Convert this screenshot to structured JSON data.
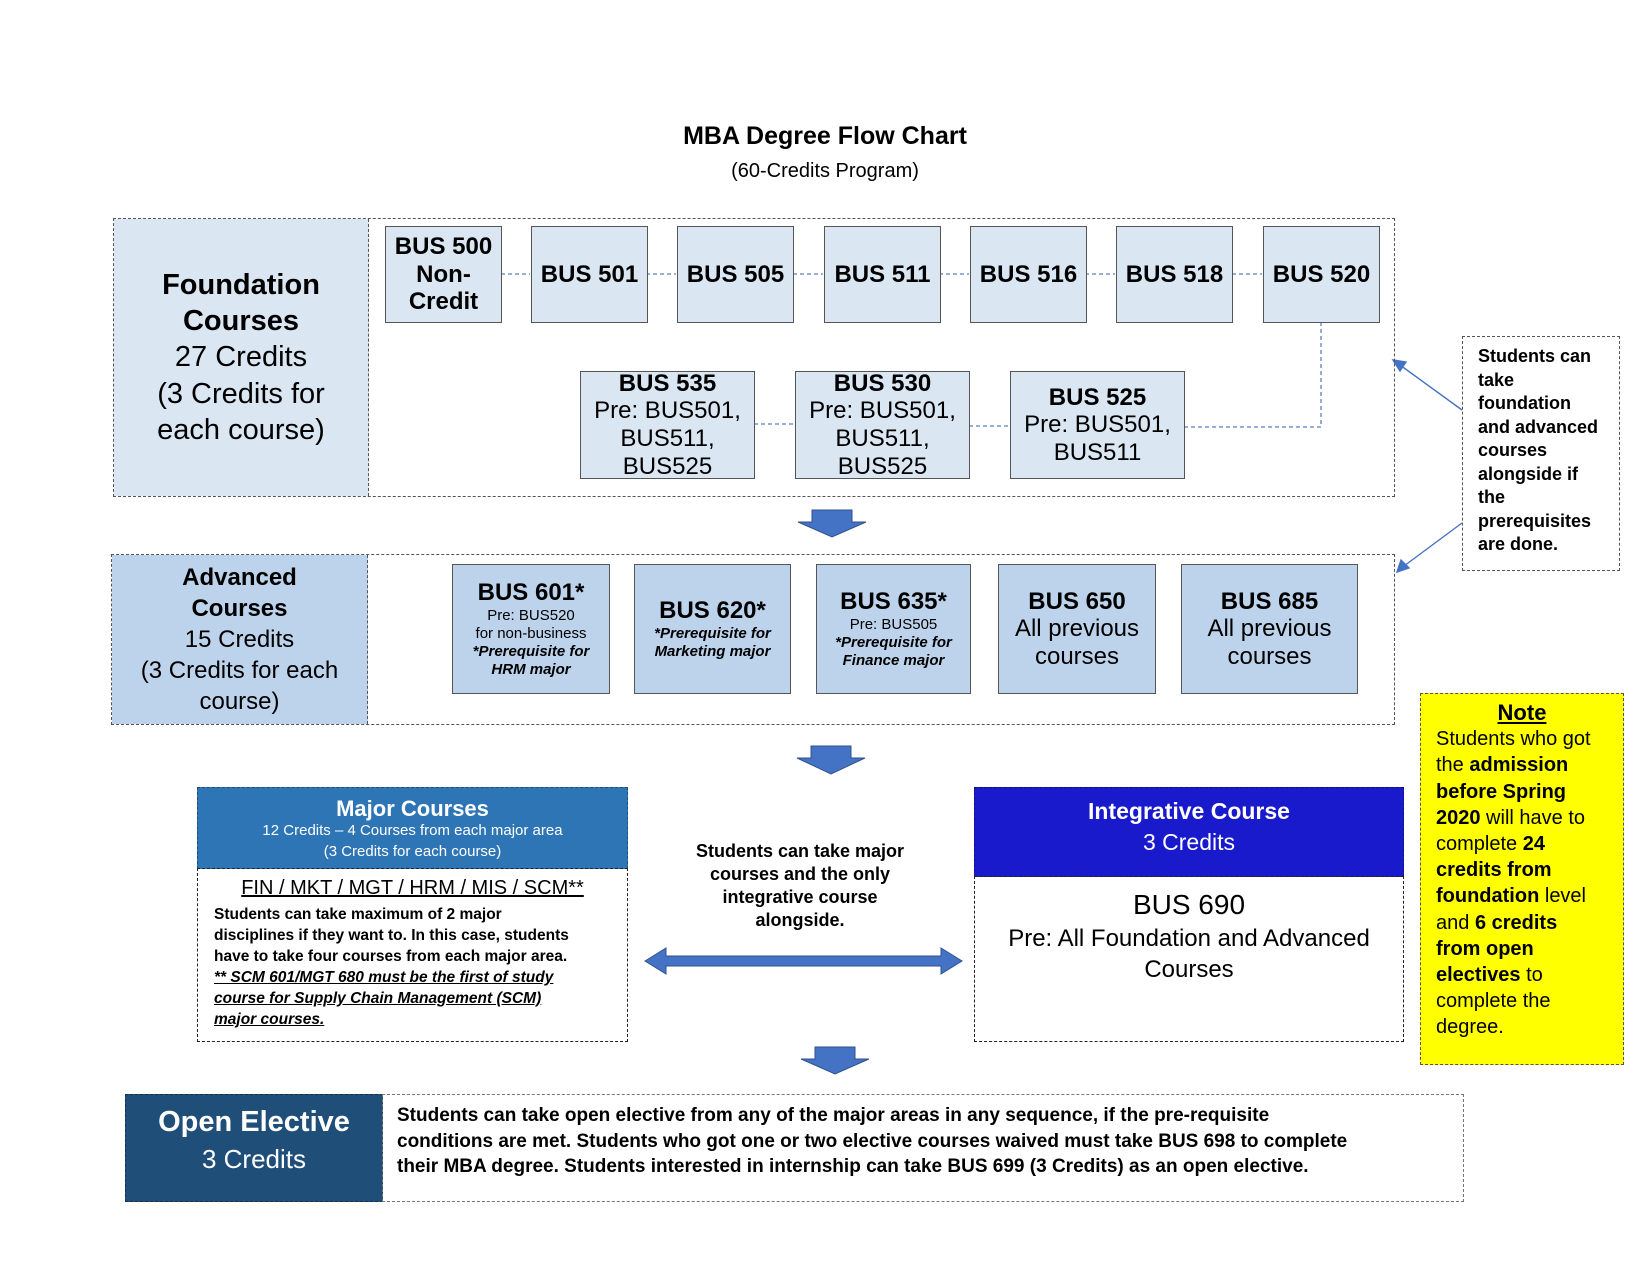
{
  "title": "MBA Degree Flow Chart",
  "subtitle": "(60-Credits Program)",
  "foundation": {
    "heading_line1": "Foundation",
    "heading_line2": "Courses",
    "credits": "27 Credits",
    "note_line1": "(3 Credits for",
    "note_line2": "each course)",
    "row1": [
      {
        "line1": "BUS 500",
        "line2": "Non-",
        "line3": "Credit"
      },
      {
        "line1": "BUS 501"
      },
      {
        "line1": "BUS 505"
      },
      {
        "line1": "BUS 511"
      },
      {
        "line1": "BUS 516"
      },
      {
        "line1": "BUS 518"
      },
      {
        "line1": "BUS 520"
      }
    ],
    "row2": [
      {
        "code": "BUS 535",
        "l2": "Pre: BUS501,",
        "l3": "BUS511,",
        "l4": "BUS525"
      },
      {
        "code": "BUS 530",
        "l2": "Pre: BUS501,",
        "l3": "BUS511,",
        "l4": "BUS525"
      },
      {
        "code": "BUS 525",
        "l2": "Pre: BUS501,",
        "l3": "BUS511"
      }
    ]
  },
  "side_note": {
    "lines": [
      "Students can",
      "take",
      "foundation",
      "and advanced",
      "courses",
      "alongside if",
      "the",
      "prerequisites",
      "are done."
    ]
  },
  "advanced": {
    "heading_line1": "Advanced",
    "heading_line2": "Courses",
    "credits": "15 Credits",
    "note_line1": "(3 Credits for each",
    "note_line2": "course)",
    "courses": [
      {
        "code": "BUS 601*",
        "l2": "Pre: BUS520",
        "l3": "for non-business",
        "l4": "*Prerequisite for",
        "l5": "HRM major"
      },
      {
        "code": "BUS 620*",
        "l2": "*Prerequisite for",
        "l3": "Marketing major"
      },
      {
        "code": "BUS 635*",
        "l2": "Pre: BUS505",
        "l3": "*Prerequisite for",
        "l4": "Finance major"
      },
      {
        "code": "BUS 650",
        "l2": "All previous",
        "l3": "courses"
      },
      {
        "code": "BUS 685",
        "l2": "All previous",
        "l3": "courses"
      }
    ]
  },
  "note_box": {
    "title": "Note",
    "lines": [
      {
        "t": "Students who got",
        "b": false
      },
      {
        "t": "the ",
        "b": false,
        "t2": "admission",
        "b2": true
      },
      {
        "t": "before Spring",
        "b": true
      },
      {
        "t": "2020",
        "b": true,
        "t2": " will have to",
        "b2": false
      },
      {
        "t": "complete ",
        "b": false,
        "t2": "24",
        "b2": true
      },
      {
        "t": "credits from",
        "b": true
      },
      {
        "t": "foundation",
        "b": true,
        "t2": " level",
        "b2": false
      },
      {
        "t": "and ",
        "b": false,
        "t2": "6 credits",
        "b2": true
      },
      {
        "t": "from open",
        "b": true
      },
      {
        "t": "electives",
        "b": true,
        "t2": " to",
        "b2": false
      },
      {
        "t": "complete the",
        "b": false
      },
      {
        "t": "degree.",
        "b": false
      }
    ]
  },
  "major": {
    "title": "Major Courses",
    "line2": "12 Credits – 4 Courses from each major area",
    "line3": "(3 Credits for each course)",
    "areas": "FIN / MKT / MGT / HRM / MIS / SCM**",
    "text_line1": "Students can take maximum of 2 major",
    "text_line2": "disciplines if they want to. In this case, students",
    "text_line3": "have to take four courses from each major area.",
    "scm_line1": "** SCM 601/MGT 680 must be the first of study",
    "scm_line2": "course for Supply Chain Management (SCM)",
    "scm_line3": "major courses."
  },
  "middle_text": {
    "lines": [
      "Students can take major",
      "courses and the only",
      "integrative course",
      "alongside."
    ]
  },
  "integrative": {
    "title": "Integrative Course",
    "credits": "3 Credits",
    "course": "BUS 690",
    "pre_line1": "Pre: All Foundation and Advanced",
    "pre_line2": "Courses"
  },
  "open_elective": {
    "title": "Open Elective",
    "credits": "3 Credits",
    "text_line1": "Students can take open elective from any of the major areas in any sequence, if the pre-requisite",
    "text_line2": "conditions are met. Students who got one or two elective courses waived must take BUS 698 to complete",
    "text_line3": "their MBA degree. Students interested in internship can take BUS 699 (3 Credits) as an open elective."
  },
  "colors": {
    "foundation_fill": "#dbe6f3",
    "advanced_fill": "#bdd3ec",
    "arrow": "#4472c4",
    "major_header": "#2e75b6",
    "integrative_header": "#1a1acd",
    "open_elective": "#1f4e79",
    "note": "#ffff00"
  }
}
